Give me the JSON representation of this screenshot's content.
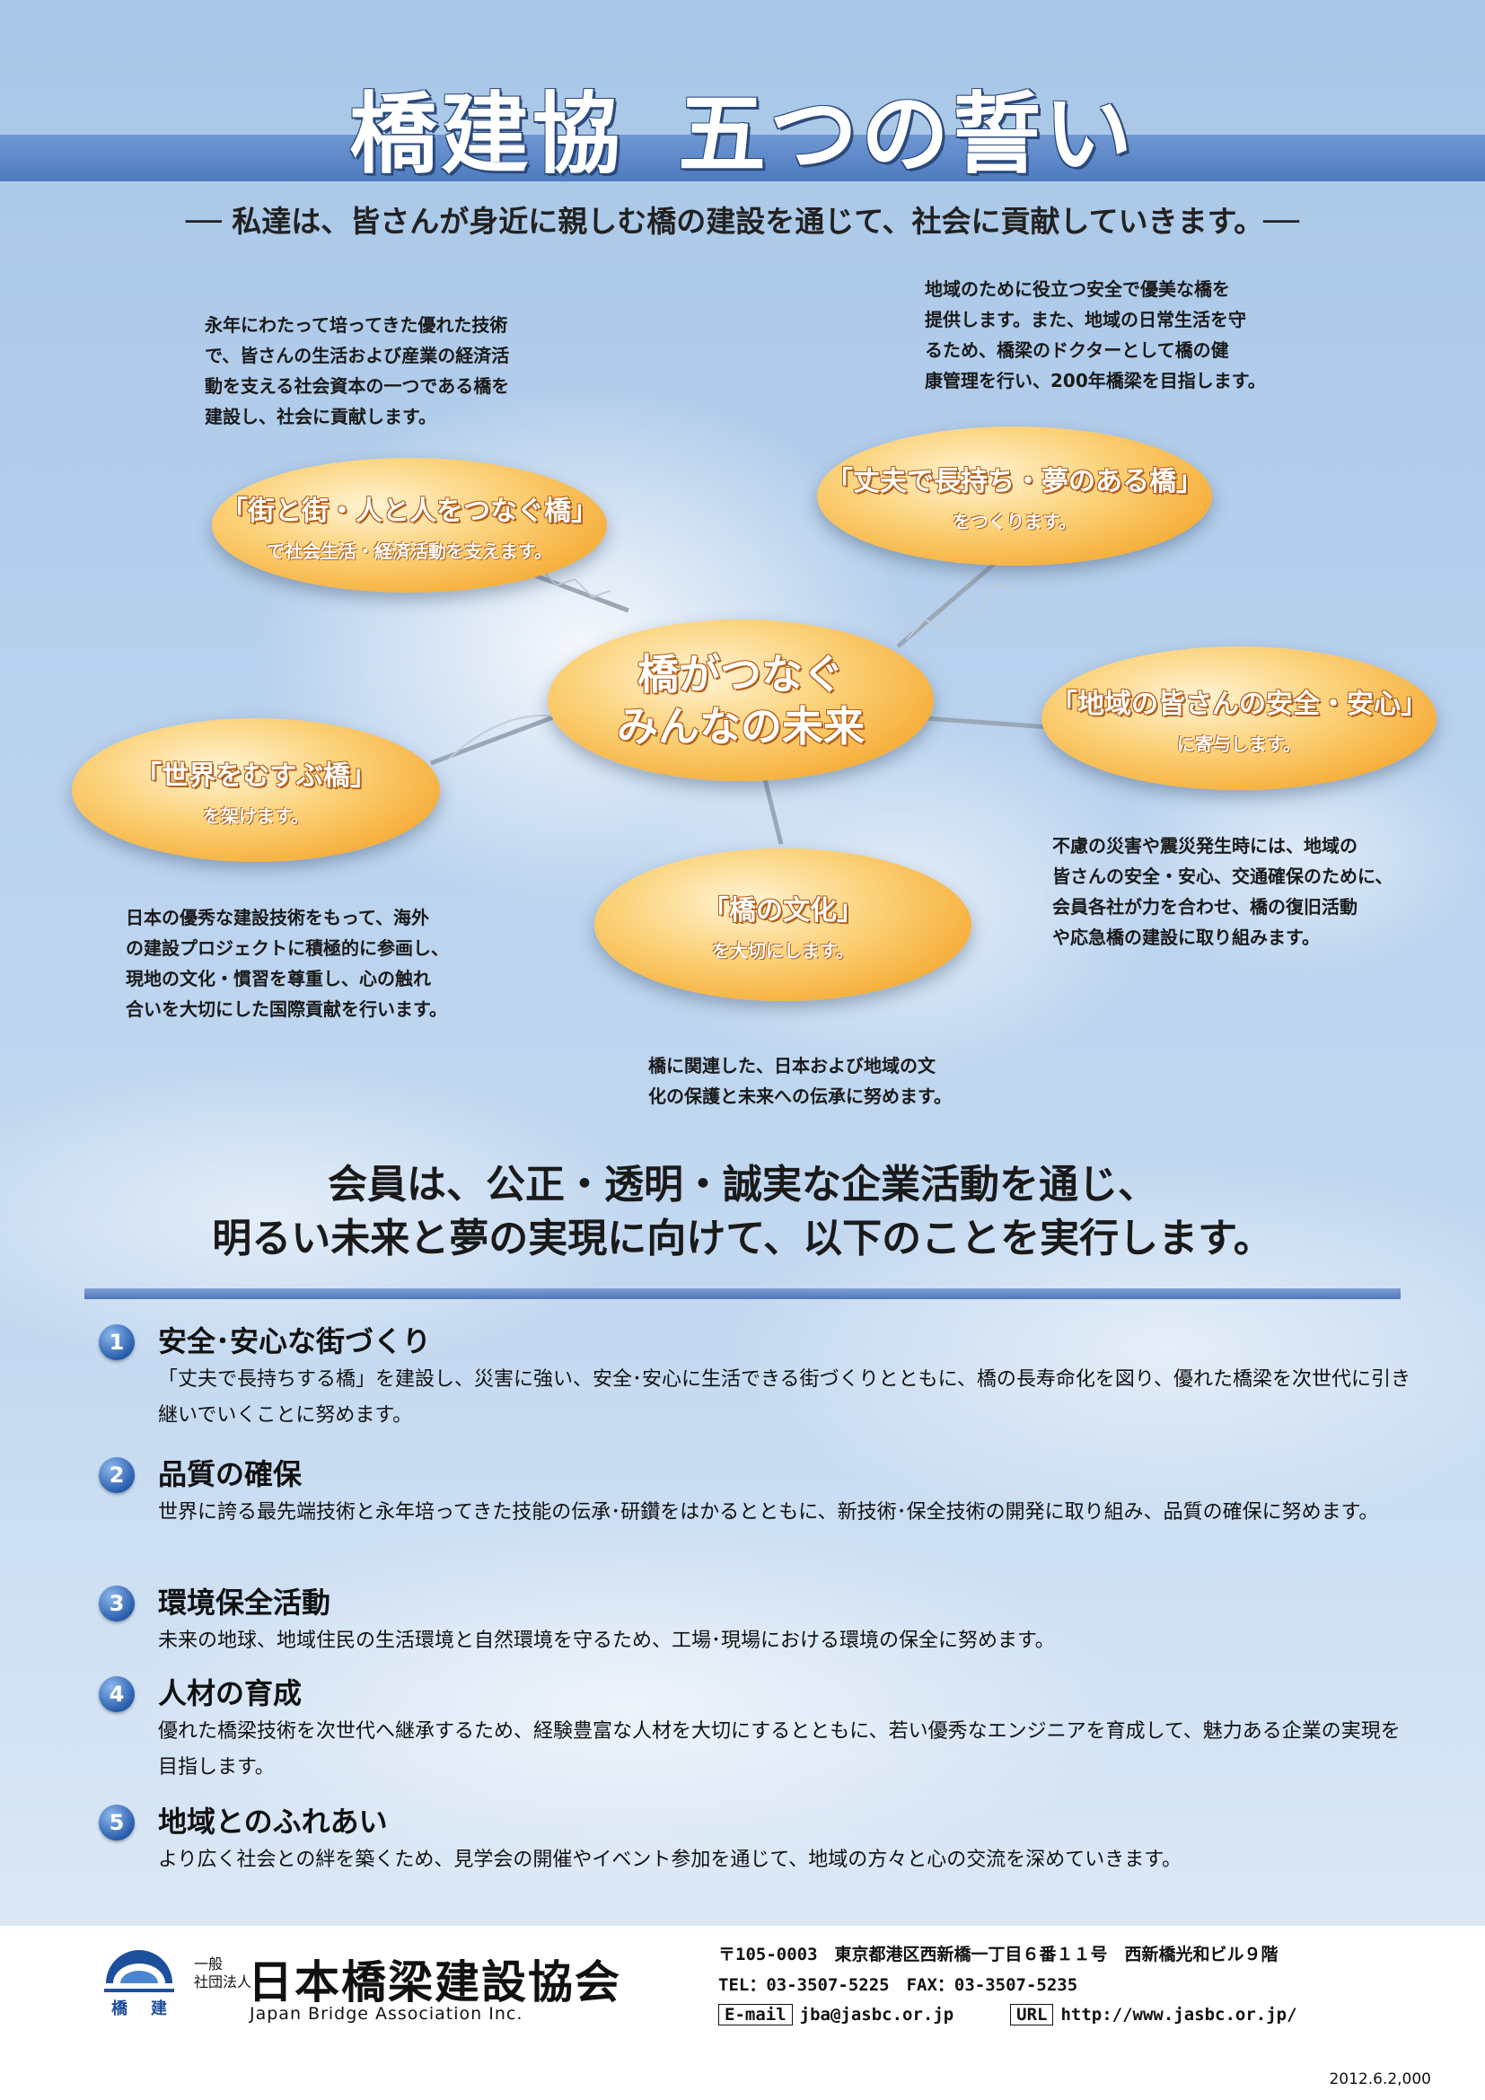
{
  "header": {
    "title_part1": "橋建協",
    "title_part2": "五つの誓い",
    "subtitle": "── 私達は、皆さんが身近に親しむ橋の建設を通じて、社会に貢献していきます。──"
  },
  "diagram": {
    "center": {
      "line1": "橋がつなぐ",
      "line2": "みんなの未来"
    },
    "bubbles": [
      {
        "title": "「街と街・人と人をつなぐ橋」",
        "sub": "で社会生活・経済活動を支えます。",
        "note": [
          "永年にわたって培ってきた優れた技術",
          "で、皆さんの生活および産業の経済活",
          "動を支える社会資本の一つである橋を",
          "建設し、社会に貢献します。"
        ]
      },
      {
        "title": "「丈夫で長持ち・夢のある橋」",
        "sub": "をつくります。",
        "note": [
          "地域のために役立つ安全で優美な橋を",
          "提供します。また、地域の日常生活を守",
          "るため、橋梁のドクターとして橋の健",
          "康管理を行い、200年橋梁を目指します。"
        ]
      },
      {
        "title": "「地域の皆さんの安全・安心」",
        "sub": "に寄与します。",
        "note": [
          "不慮の災害や震災発生時には、地域の",
          "皆さんの安全・安心、交通確保のために、",
          "会員各社が力を合わせ、橋の復旧活動",
          "や応急橋の建設に取り組みます。"
        ]
      },
      {
        "title": "「橋の文化」",
        "sub": "を大切にします。",
        "note": [
          "橋に関連した、日本および地域の文",
          "化の保護と未来への伝承に努めます。"
        ]
      },
      {
        "title": "「世界をむすぶ橋」",
        "sub": "を架けます。",
        "note": [
          "日本の優秀な建設技術をもって、海外",
          "の建設プロジェクトに積極的に参画し、",
          "現地の文化・慣習を尊重し、心の触れ",
          "合いを大切にした国際貢献を行います。"
        ]
      }
    ]
  },
  "pledge": {
    "line1": "会員は、公正・透明・誠実な企業活動を通じ、",
    "line2": "明るい未来と夢の実現に向けて、以下のことを実行します。",
    "items": [
      {
        "num": "1",
        "title": "安全･安心な街づくり",
        "body": "「丈夫で長持ちする橋」を建設し、災害に強い、安全･安心に生活できる街づくりとともに、橋の長寿命化を図り、優れた橋梁を次世代に引き継いでいくことに努めます。"
      },
      {
        "num": "2",
        "title": "品質の確保",
        "body": "世界に誇る最先端技術と永年培ってきた技能の伝承･研鑽をはかるとともに、新技術･保全技術の開発に取り組み、品質の確保に努めます。"
      },
      {
        "num": "3",
        "title": "環境保全活動",
        "body": "未来の地球、地域住民の生活環境と自然環境を守るため、工場･現場における環境の保全に努めます。"
      },
      {
        "num": "4",
        "title": "人材の育成",
        "body": "優れた橋梁技術を次世代へ継承するため、経験豊富な人材を大切にするとともに、若い優秀なエンジニアを育成して、魅力ある企業の実現を目指します。"
      },
      {
        "num": "5",
        "title": "地域とのふれあい",
        "body": "より広く社会との絆を築くため、見学会の開催やイベント参加を通じて、地域の方々と心の交流を深めていきます。"
      }
    ]
  },
  "footer": {
    "org_prefix_line1": "一般",
    "org_prefix_line2": "社団法人",
    "org_name": "日本橋梁建設協会",
    "org_name_en": "Japan Bridge Association Inc.",
    "logo_text_left": "橋",
    "logo_text_right": "建",
    "address": "〒105-0003　東京都港区西新橋一丁目６番１１号　西新橋光和ビル９階",
    "tel_fax": "TEL：03-3507-5225　FAX：03-3507-5235",
    "email_label": "E-mail",
    "email": "jba@jasbc.or.jp",
    "url_label": "URL",
    "url": "http://www.jasbc.or.jp/",
    "date": "2012.6.2,000"
  },
  "colors": {
    "band": "#5a84c6",
    "bubble": "#f5a62c",
    "sky": "#b9d2ee"
  }
}
